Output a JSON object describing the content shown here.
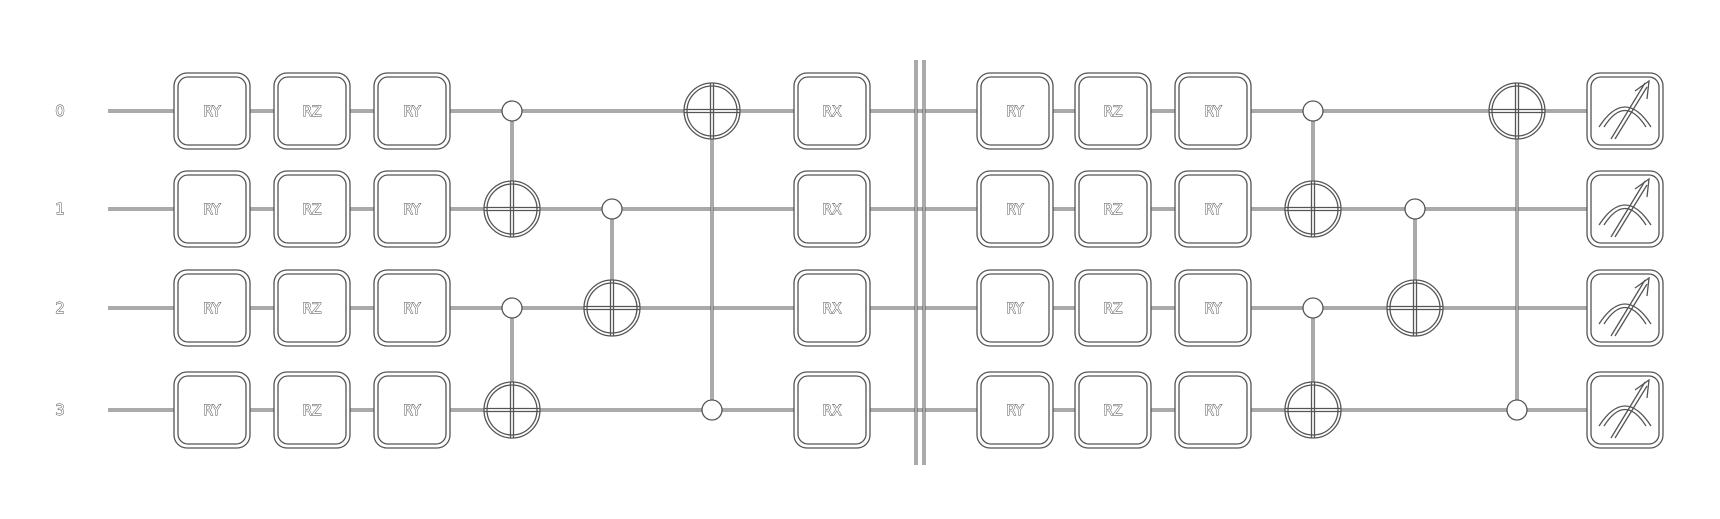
{
  "qubits": [
    {
      "label": "0"
    },
    {
      "label": "1"
    },
    {
      "label": "2"
    },
    {
      "label": "3"
    }
  ],
  "columns": [
    {
      "type": "single",
      "gates": [
        "RY",
        "RY",
        "RY",
        "RY"
      ]
    },
    {
      "type": "single",
      "gates": [
        "RZ",
        "RZ",
        "RZ",
        "RZ"
      ]
    },
    {
      "type": "single",
      "gates": [
        "RY",
        "RY",
        "RY",
        "RY"
      ]
    },
    {
      "type": "cnots",
      "pairs": [
        {
          "control": 0,
          "target": 1
        },
        {
          "control": 2,
          "target": 3
        }
      ]
    },
    {
      "type": "cnots",
      "pairs": [
        {
          "control": 1,
          "target": 2
        }
      ]
    },
    {
      "type": "cnots",
      "pairs": [
        {
          "control": 3,
          "target": 0
        }
      ]
    },
    {
      "type": "single",
      "gates": [
        "RX",
        "RX",
        "RX",
        "RX"
      ]
    },
    {
      "type": "barrier"
    },
    {
      "type": "single",
      "gates": [
        "RY",
        "RY",
        "RY",
        "RY"
      ]
    },
    {
      "type": "single",
      "gates": [
        "RZ",
        "RZ",
        "RZ",
        "RZ"
      ]
    },
    {
      "type": "single",
      "gates": [
        "RY",
        "RY",
        "RY",
        "RY"
      ]
    },
    {
      "type": "cnots",
      "pairs": [
        {
          "control": 0,
          "target": 1
        },
        {
          "control": 2,
          "target": 3
        }
      ]
    },
    {
      "type": "cnots",
      "pairs": [
        {
          "control": 1,
          "target": 2
        }
      ]
    },
    {
      "type": "cnots",
      "pairs": [
        {
          "control": 3,
          "target": 0
        }
      ]
    },
    {
      "type": "measure"
    }
  ],
  "icons": {
    "measure": "measurement-meter-icon",
    "target": "cnot-target-icon",
    "control": "control-dot-icon"
  },
  "colors": {
    "stroke": "#555555",
    "fill": "#ffffff"
  }
}
